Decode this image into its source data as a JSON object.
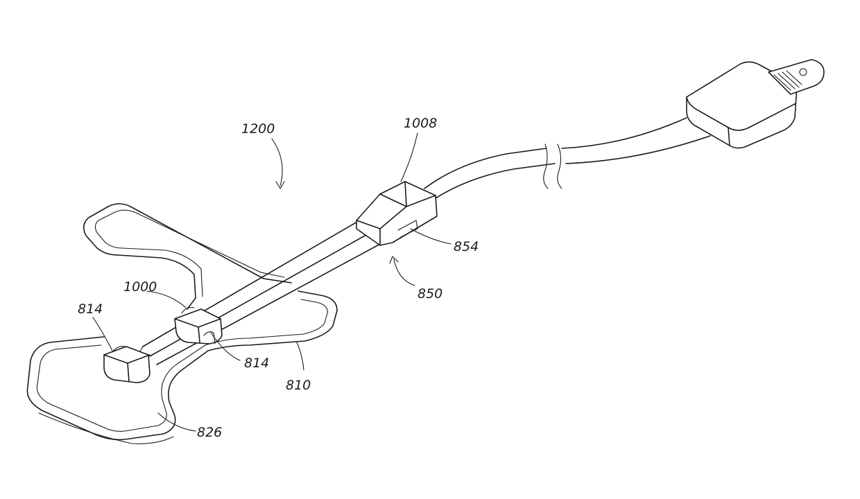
{
  "labels": {
    "ref_1200": "1200",
    "ref_1008": "1008",
    "ref_854": "854",
    "ref_850": "850",
    "ref_1000": "1000",
    "ref_814_left": "814",
    "ref_814_right": "814",
    "ref_810": "810",
    "ref_826": "826"
  }
}
